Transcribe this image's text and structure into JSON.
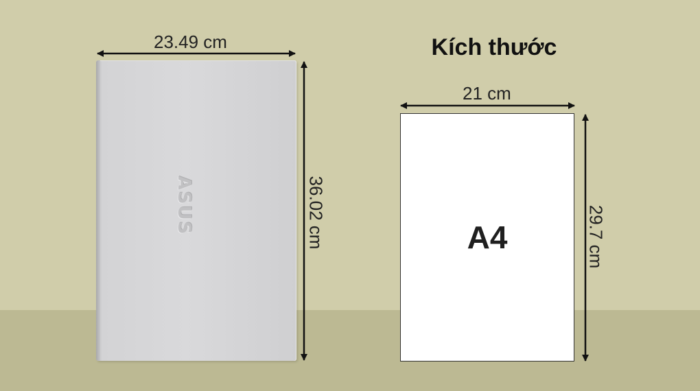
{
  "title": "Kích thước",
  "laptop": {
    "brand_logo": "ASUS",
    "width_label": "23.49 cm",
    "height_label": "36.02 cm"
  },
  "paper": {
    "label": "A4",
    "width_label": "21 cm",
    "height_label": "29.7 cm"
  },
  "colors": {
    "background": "#d0cdaa",
    "floor": "#bcb993",
    "laptop_silver": "#d3d3d5",
    "paper": "#ffffff",
    "arrow": "#111111"
  }
}
